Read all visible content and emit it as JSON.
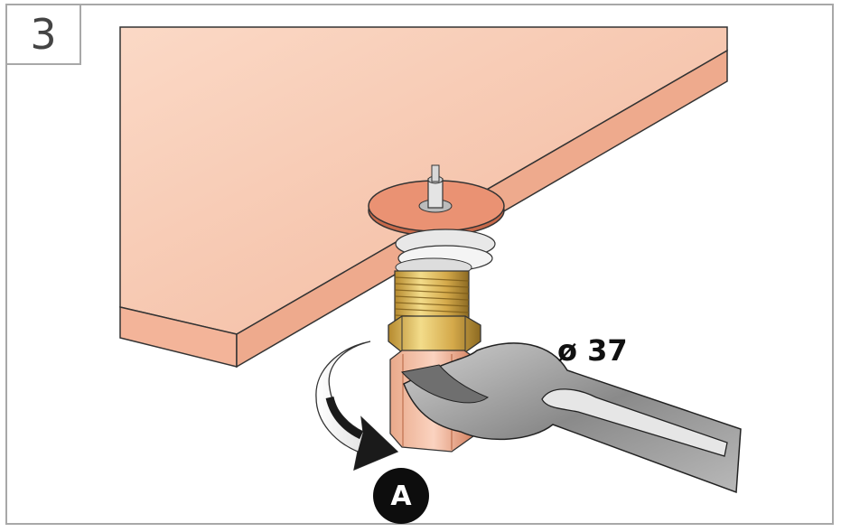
{
  "step_number": "3",
  "dimension_label": "ø 37",
  "callout_label": "A",
  "colors": {
    "panel_top": "#f7c8b0",
    "panel_edge": "#f2b79c",
    "brass": "#d8b35a",
    "copper": "#e08a66",
    "wrench": "#8f8f8f",
    "frame": "#a8a8a8"
  },
  "icons": [
    "rotation-arrow-icon",
    "wrench-icon"
  ]
}
